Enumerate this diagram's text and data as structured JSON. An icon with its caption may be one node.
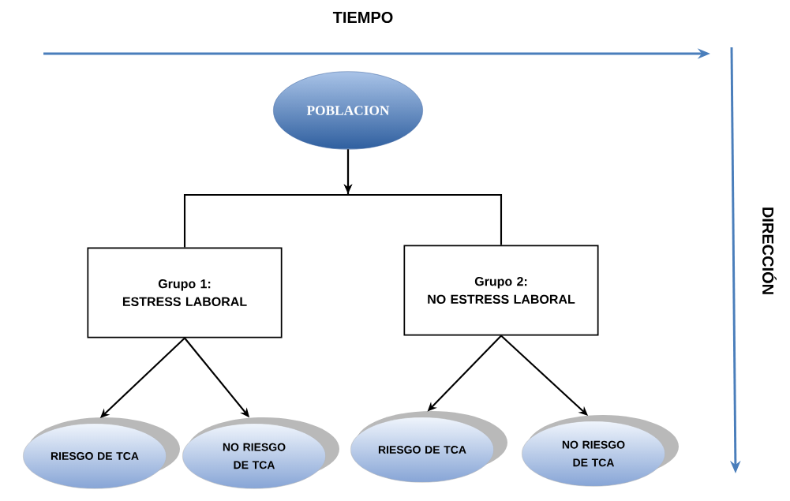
{
  "diagram": {
    "nodes": [
      {
        "text": [
          "POBLACION"
        ]
      },
      {
        "text": [
          "Grupo 1:",
          "ESTRESS LABORAL"
        ]
      },
      {
        "text": [
          "Grupo 2:",
          "NO ESTRESS LABORAL"
        ]
      },
      {
        "text": [
          "RIESGO DE TCA"
        ]
      },
      {
        "text": [
          "NO RIESGO DE TCA"
        ]
      },
      {
        "text": [
          "RIESGO DE TCA"
        ]
      },
      {
        "text": [
          "NO RIESGO DE TCA"
        ]
      }
    ],
    "edges": [
      {
        "from": 0,
        "to": 1,
        "arrow": "to"
      },
      {
        "from": 0,
        "to": 2,
        "arrow": "to"
      },
      {
        "from": 1,
        "to": 3,
        "arrow": "to"
      },
      {
        "from": 1,
        "to": 4,
        "arrow": "to"
      },
      {
        "from": 2,
        "to": 5,
        "arrow": "to"
      },
      {
        "from": 2,
        "to": 6,
        "arrow": "to"
      }
    ],
    "labels": [
      "TIEMPO",
      "DIRECCIÓN"
    ]
  }
}
